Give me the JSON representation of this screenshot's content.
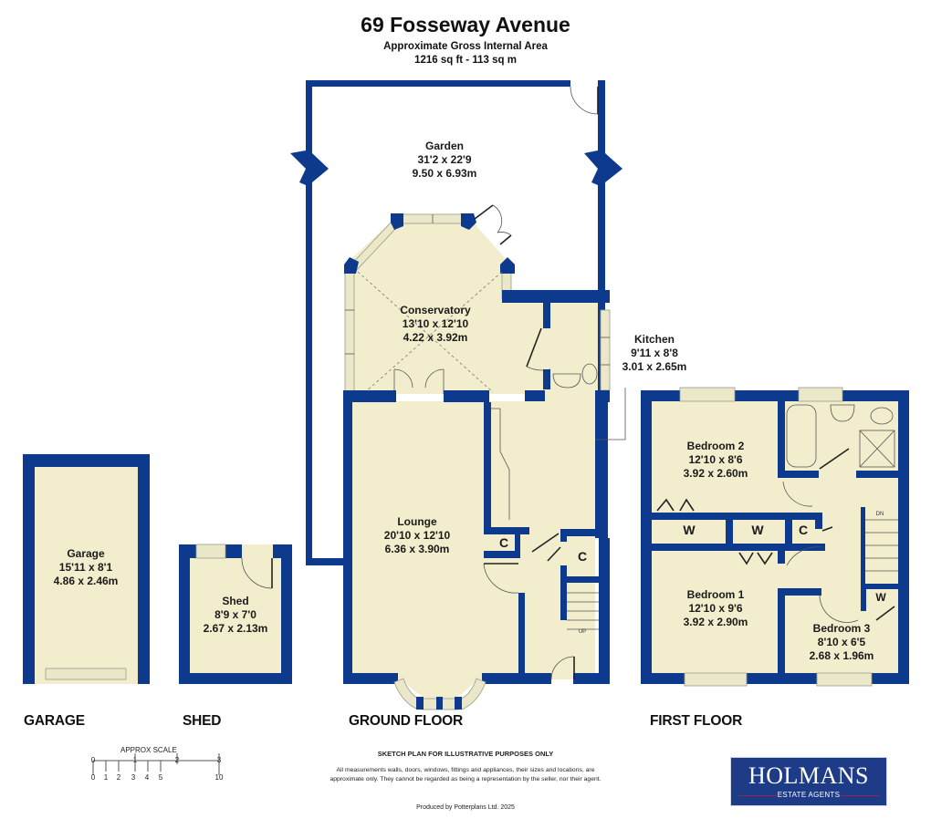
{
  "header": {
    "title": "69 Fosseway Avenue",
    "area_label": "Approximate Gross Internal Area",
    "area_value": "1216 sq ft - 113 sq m"
  },
  "colors": {
    "wall": "#0d3a8c",
    "floor": "#f2eecd",
    "window": "#e9e6c6",
    "text": "#1a1a1a"
  },
  "rooms": {
    "garden": {
      "name": "Garden",
      "imperial": "31'2 x 22'9",
      "metric": "9.50 x 6.93m"
    },
    "conservatory": {
      "name": "Conservatory",
      "imperial": "13'10 x 12'10",
      "metric": "4.22 x 3.92m"
    },
    "kitchen": {
      "name": "Kitchen",
      "imperial": "9'11 x 8'8",
      "metric": "3.01 x 2.65m"
    },
    "lounge": {
      "name": "Lounge",
      "imperial": "20'10 x 12'10",
      "metric": "6.36 x 3.90m"
    },
    "garage": {
      "name": "Garage",
      "imperial": "15'11 x 8'1",
      "metric": "4.86 x 2.46m"
    },
    "shed": {
      "name": "Shed",
      "imperial": "8'9 x 7'0",
      "metric": "2.67 x 2.13m"
    },
    "bedroom2": {
      "name": "Bedroom 2",
      "imperial": "12'10 x 8'6",
      "metric": "3.92 x 2.60m"
    },
    "bedroom1": {
      "name": "Bedroom 1",
      "imperial": "12'10 x 9'6",
      "metric": "3.92 x 2.90m"
    },
    "bedroom3": {
      "name": "Bedroom 3",
      "imperial": "8'10 x 6'5",
      "metric": "2.68 x 1.96m"
    }
  },
  "storage_labels": {
    "ground_cupboard_1": "C",
    "ground_cupboard_2": "C",
    "first_wardrobe_1": "W",
    "first_wardrobe_2": "W",
    "first_cupboard": "C",
    "first_wardrobe_3": "W"
  },
  "stairs": {
    "ground": "UP",
    "first": "DN"
  },
  "floor_labels": {
    "garage": "GARAGE",
    "shed": "SHED",
    "ground": "GROUND FLOOR",
    "first": "FIRST FLOOR"
  },
  "scale": {
    "title": "APPROX SCALE",
    "metres": [
      "0",
      "1",
      "2",
      "3"
    ],
    "feet": [
      "0",
      "1",
      "2",
      "3",
      "4",
      "5",
      "10"
    ]
  },
  "disclaimer": {
    "heading": "SKETCH PLAN FOR ILLUSTRATIVE PURPOSES ONLY",
    "body": "All measurements walls, doors, windows, fittings and appliances, their sizes and locations, are approximate only. They cannot be regarded as being a representation by the seller, nor their agent.",
    "produced_by": "Produced by Potterplans Ltd. 2025"
  },
  "logo": {
    "brand": "HOLMANS",
    "tagline": "ESTATE AGENTS",
    "background": "#1d3b86"
  }
}
